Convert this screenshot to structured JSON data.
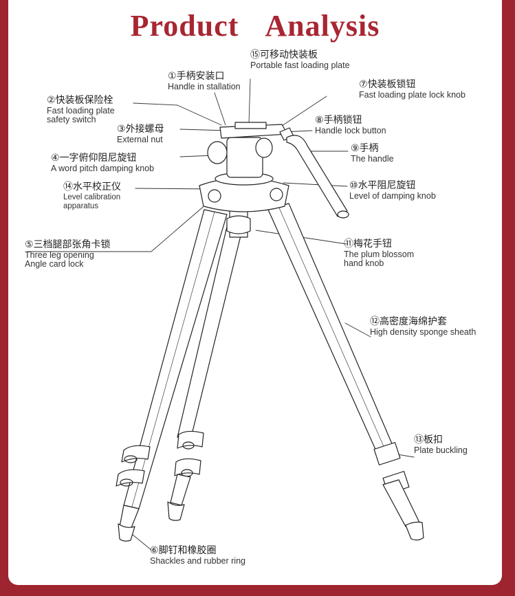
{
  "title": {
    "word1": "Product",
    "word2": "Analysis"
  },
  "colors": {
    "background": "#9e2430",
    "title": "#a82632",
    "panel": "#ffffff"
  },
  "labels": [
    {
      "id": "15",
      "num": "⑮",
      "zh": "可移动快装板",
      "en": [
        "Portable fast loading plate"
      ]
    },
    {
      "id": "1",
      "num": "①",
      "zh": "手柄安装口",
      "en": [
        "Handle in stallation"
      ]
    },
    {
      "id": "7",
      "num": "⑦",
      "zh": "快装板锁钮",
      "en": [
        "Fast loading plate lock knob"
      ]
    },
    {
      "id": "2",
      "num": "②",
      "zh": "快装板保险栓",
      "en": [
        "Fast loading plate",
        "safety switch"
      ]
    },
    {
      "id": "8",
      "num": "⑧",
      "zh": "手柄锁钮",
      "en": [
        "Handle lock button"
      ]
    },
    {
      "id": "3",
      "num": "③",
      "zh": "外接螺母",
      "en": [
        "External nut"
      ]
    },
    {
      "id": "9",
      "num": "⑨",
      "zh": "手柄",
      "en": [
        "The handle"
      ]
    },
    {
      "id": "4",
      "num": "④",
      "zh": "一字俯仰阻尼旋钮",
      "en": [
        "A word pitch damping knob"
      ]
    },
    {
      "id": "14",
      "num": "⑭",
      "zh": "水平校正仪",
      "en": [
        "Level calibration",
        "apparatus"
      ]
    },
    {
      "id": "10",
      "num": "⑩",
      "zh": "水平阻尼旋钮",
      "en": [
        "Level of damping knob"
      ]
    },
    {
      "id": "5",
      "num": "⑤",
      "zh": "三档腿部张角卡锁",
      "en": [
        "Three leg opening",
        "Angle card lock"
      ]
    },
    {
      "id": "11",
      "num": "⑪",
      "zh": "梅花手钮",
      "en": [
        "The plum blossom",
        "hand knob"
      ]
    },
    {
      "id": "12",
      "num": "⑫",
      "zh": "高密度海绵护套",
      "en": [
        "High density sponge sheath"
      ]
    },
    {
      "id": "13",
      "num": "⑬",
      "zh": "板扣",
      "en": [
        "Plate buckling"
      ]
    },
    {
      "id": "6",
      "num": "⑥",
      "zh": "脚钉和橡胶圈",
      "en": [
        "Shackles and rubber ring"
      ]
    }
  ]
}
